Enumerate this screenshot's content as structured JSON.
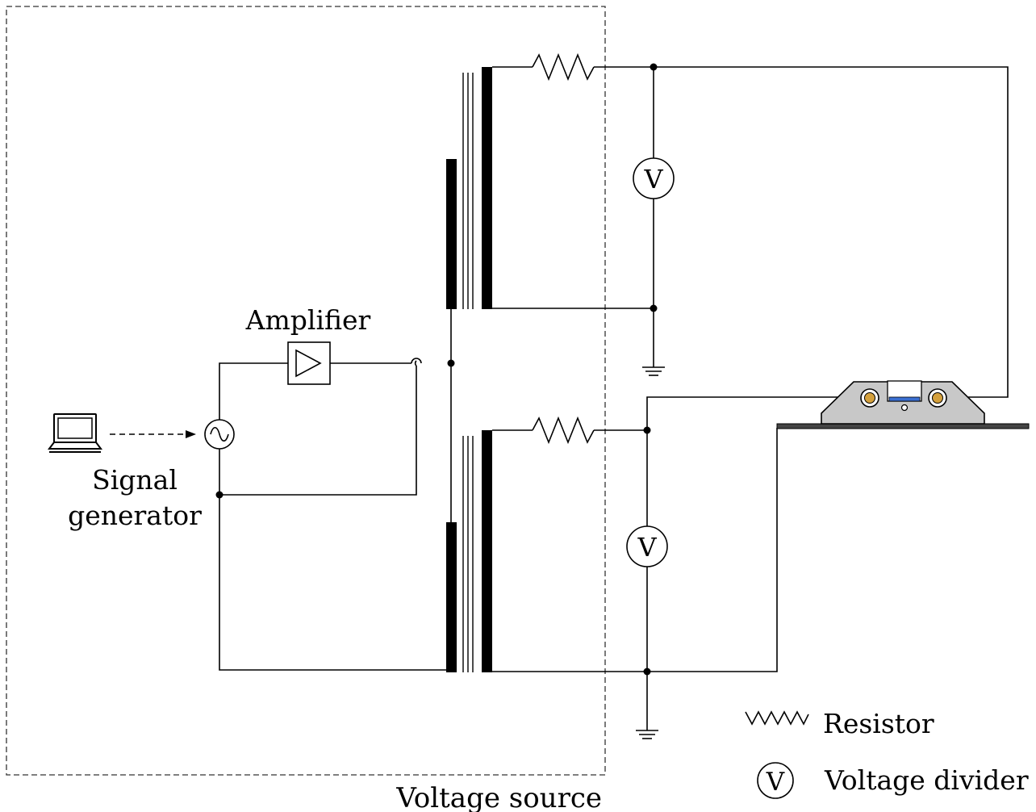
{
  "labels": {
    "amplifier": "Amplifier",
    "signal_generator_line1": "Signal",
    "signal_generator_line2": "generator",
    "voltage_source": "Voltage source",
    "meter_symbol": "V"
  },
  "legend": {
    "resistor": "Resistor",
    "voltage_divider": "Voltage divider",
    "symbol": "V"
  },
  "colors": {
    "line": "#000000",
    "device_body": "#c8c8c8",
    "electrode": "#d4a03c",
    "sample": "#3b6fd1"
  }
}
